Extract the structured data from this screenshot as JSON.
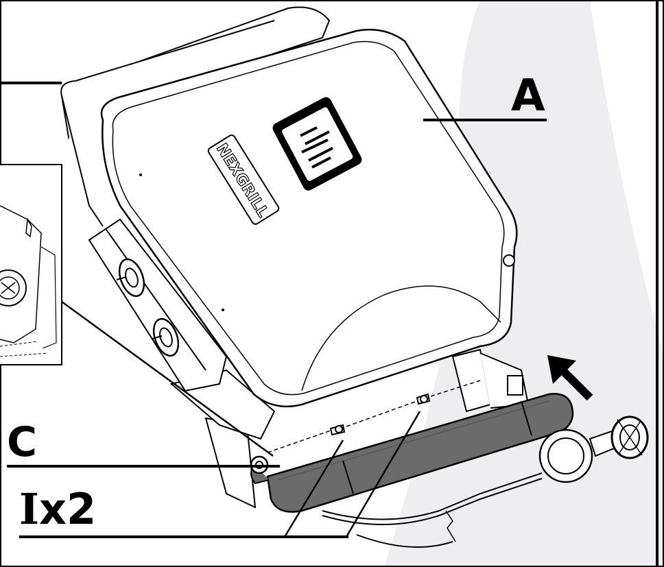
{
  "labels": {
    "part_a": "A",
    "part_c": "C",
    "part_i_letter": "I",
    "part_i_qty": "x2"
  },
  "logos": {
    "brand": "NEXGRILL"
  },
  "colors": {
    "line": "#000000",
    "background_band": "#eeeef1",
    "handle": "#6b6b6b",
    "body": "#ffffff"
  }
}
